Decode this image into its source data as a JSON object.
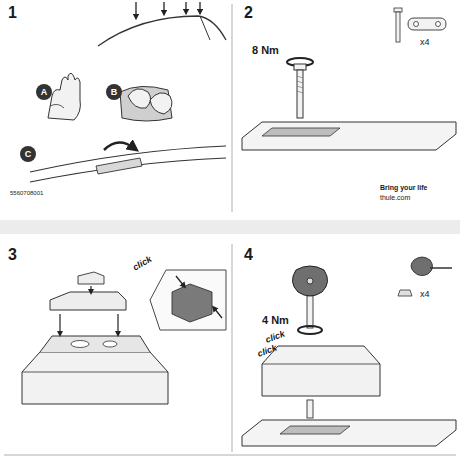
{
  "diagram": {
    "nodes": [
      {
        "text": [
          "A"
        ]
      },
      {
        "text": [
          "B"
        ]
      },
      {
        "text": [
          "C"
        ]
      }
    ],
    "labels": [
      "1",
      "2",
      "3",
      "4",
      "8 Nm",
      "x4",
      "5560708001",
      "Bring your life",
      "thule.com",
      "click",
      "4 Nm",
      "click",
      "click",
      "x4"
    ]
  }
}
